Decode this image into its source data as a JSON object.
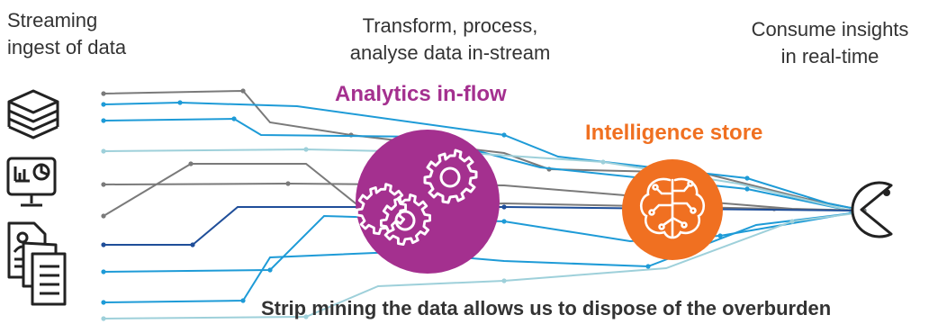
{
  "captions": {
    "ingest": [
      "Streaming",
      "ingest of data"
    ],
    "transform": [
      "Transform, process,",
      "analyse data in-stream"
    ],
    "consume": [
      "Consume insights",
      "in real-time"
    ]
  },
  "labels": {
    "analytics": "Analytics in-flow",
    "intelligence": "Intelligence store",
    "footer": "Strip mining the data allows us to dispose of the overburden"
  },
  "colors": {
    "analytics": "#A4308F",
    "intelligence": "#F07021",
    "grey": "#7a7a7a",
    "blue": "#1E9BD7",
    "dark_blue": "#1F4E99",
    "light_blue": "#9ED0DA"
  },
  "icons": [
    "data-stack-icon",
    "dashboard-monitor-icon",
    "documents-icon",
    "gears-icon",
    "brain-circuit-icon",
    "pacman-consumer-icon"
  ]
}
